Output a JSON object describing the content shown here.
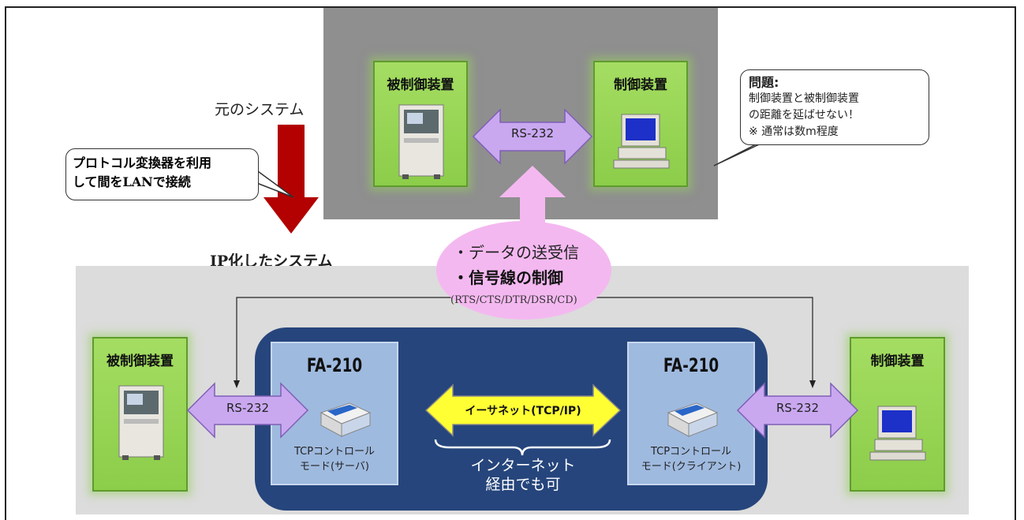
{
  "top_system": {
    "label": "元のシステム",
    "controlled_device": "被制御装置",
    "controller": "制御装置",
    "link": "RS-232"
  },
  "problem_callout": {
    "title": "問題:",
    "lines": [
      "制御装置と被制御装置",
      "の距離を延ばせない！",
      "※ 通常は数m程度"
    ]
  },
  "conversion_callout": {
    "lines": [
      "プロトコル変換器を利用",
      "して間をLANで接続"
    ]
  },
  "bottom_system": {
    "label": "IP化したシステム",
    "controlled_device": "被制御装置",
    "controller": "制御装置",
    "left_link": "RS-232",
    "right_link": "RS-232",
    "left_unit": {
      "model": "FA-210",
      "mode_lines": [
        "TCPコントロール",
        "モード(サーバ)"
      ]
    },
    "right_unit": {
      "model": "FA-210",
      "mode_lines": [
        "TCPコントロール",
        "モード(クライアント)"
      ]
    },
    "ethernet": "イーサネット(TCP/IP)",
    "internet_note": [
      "インターネット",
      "経由でも可"
    ]
  },
  "center_bubble": {
    "line1": "・データの送受信",
    "line2": "・信号線の制御",
    "line3": "(RTS/CTS/DTR/DSR/CD)"
  },
  "colors": {
    "green_box": "#94d350",
    "arrow_purple": "#c9a8f0",
    "bubble_pink": "#f4b8f0",
    "ethernet_yellow": "#ffff33",
    "down_arrow_red": "#b30000",
    "navy_panel": "#26457c",
    "fa_box": "#9fbadf"
  },
  "icons": [
    "machine-icon",
    "computer-icon",
    "converter-device-icon"
  ]
}
